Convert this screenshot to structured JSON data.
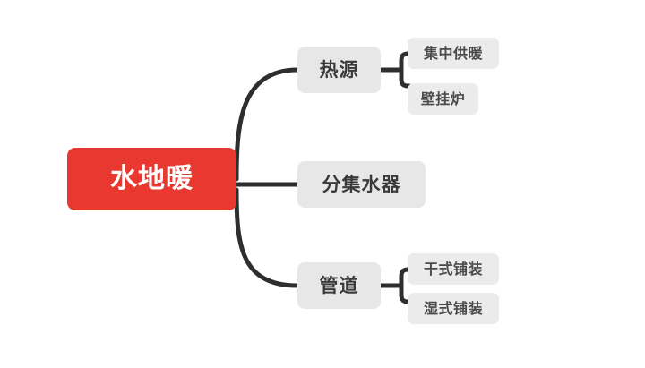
{
  "diagram": {
    "type": "mind-map",
    "title": "水地暖",
    "background_color": "#ffffff",
    "root_color": "#e8382f",
    "branch_color": "#e7e7e7",
    "leaf_color": "#ebebeb",
    "connector_color": "#2e2e2e",
    "root": {
      "label": "水地暖",
      "children": [
        {
          "label": "热源",
          "children": [
            {
              "label": "集中供暖"
            },
            {
              "label": "壁挂炉"
            }
          ]
        },
        {
          "label": "分集水器",
          "children": []
        },
        {
          "label": "管道",
          "children": [
            {
              "label": "干式铺装"
            },
            {
              "label": "湿式铺装"
            }
          ]
        }
      ]
    }
  }
}
